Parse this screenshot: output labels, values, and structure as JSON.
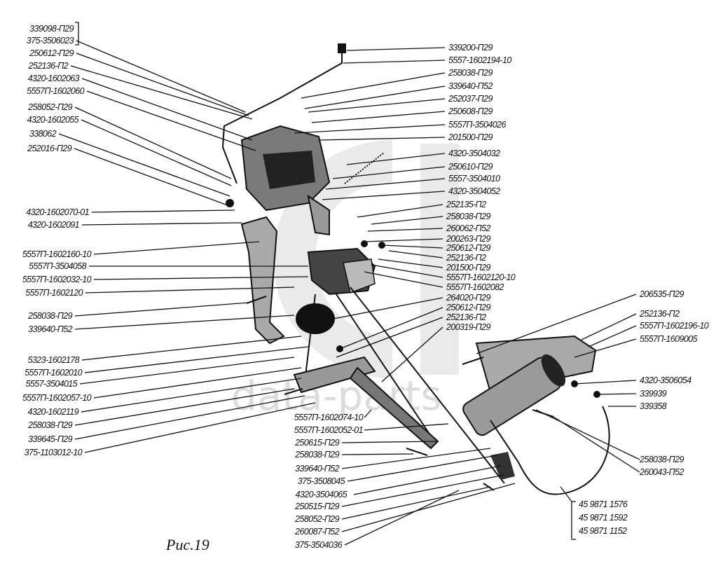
{
  "figure": {
    "caption": "Рис.19",
    "watermark": "data-parts"
  },
  "callouts_left": [
    "339098-П29",
    "375-3506023",
    "250612-П29",
    "252136-П2",
    "4320-1602063",
    "5557П-1602060",
    "258052-П29",
    "4320-1602055",
    "338062",
    "252016-П29",
    "4320-1602070-01",
    "4320-1602091",
    "5557П-1602160-10",
    "5557П-3504058",
    "5557П-1602032-10",
    "5557П-1602120",
    "258038-П29",
    "339640-П52",
    "5323-1602178",
    "5557П-1602010",
    "5557-3504015",
    "5557П-1602057-10",
    "4320-1602119",
    "258038-П29",
    "339645-П29",
    "375-1103012-10"
  ],
  "callouts_right": [
    "339200-П29",
    "5557-1602194-10",
    "258038-П29",
    "339640-П52",
    "252037-П29",
    "250608-П29",
    "5557П-3504026",
    "201500-П29",
    "4320-3504032",
    "250610-П29",
    "5557-3504010",
    "4320-3504052",
    "252135-П2",
    "258038-П29",
    "260062-П52",
    "200263-П29",
    "250612-П29",
    "252136-П2",
    "201500-П29",
    "5557П-1602120-10",
    "5557П-1602082",
    "264020-П29",
    "250612-П29",
    "252136-П2",
    "200319-П29"
  ],
  "callouts_far_right": [
    "206535-П29",
    "252136-П2",
    "5557П-1602196-10",
    "5557П-1609005",
    "4320-3506054",
    "339939",
    "339358",
    "258038-П29",
    "260043-П52"
  ],
  "callouts_bracket": [
    "45 9871 1576",
    "45 9871 1592",
    "45 9871 1152"
  ],
  "callouts_bottom": [
    "5557П-1602074-10",
    "5557П-1602052-01",
    "250615-П29",
    "258038-П29",
    "339640-П52",
    "375-3508045",
    "4320-3504065",
    "250515-П29",
    "258052-П29",
    "260087-П52",
    "375-3504036"
  ]
}
